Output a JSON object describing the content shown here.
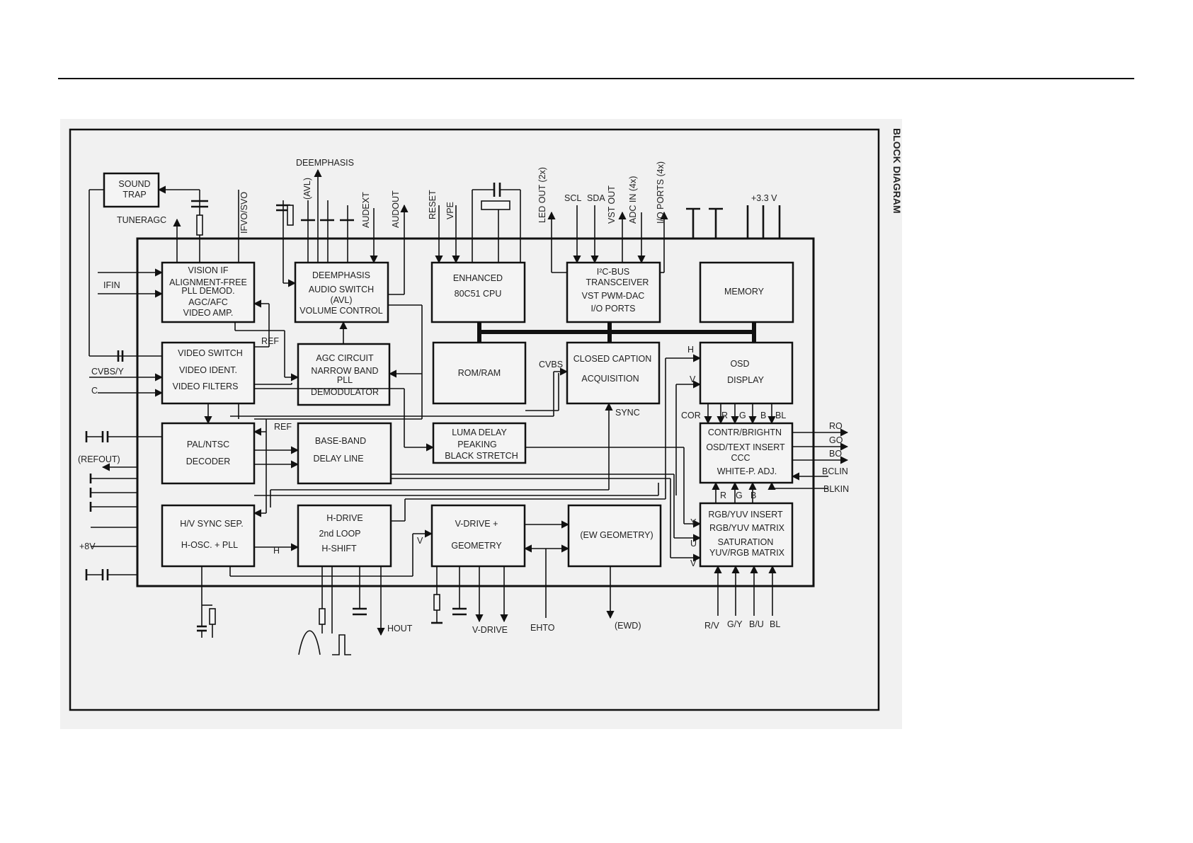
{
  "title": "BLOCK DIAGRAM",
  "colors": {
    "panel": "#f1f1f1",
    "ink": "#111111",
    "block_fill": "#f4f4f4"
  },
  "blocks": {
    "sound_trap": [
      "SOUND",
      "TRAP"
    ],
    "vision_if": [
      "VISION IF",
      "ALIGNMENT-FREE",
      "PLL DEMOD.",
      "AGC/AFC",
      "VIDEO AMP."
    ],
    "deemphasis": [
      "DEEMPHASIS",
      "AUDIO SWITCH",
      "(AVL)",
      "VOLUME CONTROL"
    ],
    "cpu": [
      "ENHANCED",
      "80C51 CPU"
    ],
    "i2c": [
      "I²C-BUS",
      "TRANSCEIVER",
      "VST PWM-DAC",
      "I/O PORTS"
    ],
    "memory": [
      "MEMORY"
    ],
    "video_switch": [
      "VIDEO SWITCH",
      "VIDEO IDENT.",
      "VIDEO FILTERS"
    ],
    "agc": [
      "AGC CIRCUIT",
      "NARROW BAND",
      "PLL",
      "DEMODULATOR"
    ],
    "romram": [
      "ROM/RAM"
    ],
    "closed_caption": [
      "CLOSED CAPTION",
      "ACQUISITION"
    ],
    "osd": [
      "OSD",
      "DISPLAY"
    ],
    "pal_ntsc": [
      "PAL/NTSC",
      "DECODER"
    ],
    "baseband": [
      "BASE-BAND",
      "DELAY LINE"
    ],
    "luma": [
      "LUMA DELAY",
      "PEAKING",
      "BLACK STRETCH"
    ],
    "contr": [
      "CONTR/BRIGHTN",
      "OSD/TEXT INSERT",
      "CCC",
      "WHITE-P. ADJ."
    ],
    "hv_sync": [
      "H/V SYNC SEP.",
      "H-OSC. + PLL"
    ],
    "hdrive": [
      "H-DRIVE",
      "2nd LOOP",
      "H-SHIFT"
    ],
    "vdrive": [
      "V-DRIVE +",
      "GEOMETRY"
    ],
    "ew": [
      "(EW GEOMETRY)"
    ],
    "rgb": [
      "RGB/YUV INSERT",
      "RGB/YUV MATRIX",
      "SATURATION",
      "YUV/RGB MATRIX"
    ]
  },
  "signals": {
    "deemphasis_top": "DEEMPHASIS",
    "tuneragc": "TUNERAGC",
    "ifvo": "IFVO/SVO",
    "avl": "(AVL)",
    "audext": "AUDEXT",
    "audout": "AUDOUT",
    "reset": "RESET",
    "vpe": "VPE",
    "led_out": "LED OUT (2x)",
    "scl": "SCL",
    "sda": "SDA",
    "vst_out": "VST OUT",
    "adc_in": "ADC IN (4x)",
    "io_ports": "I/O PORTS (4x)",
    "v33": "+3.3 V",
    "ifin": "IFIN",
    "cvbs_y": "CVBS/Y",
    "c": "C",
    "refout": "(REFOUT)",
    "v8": "+8V",
    "ref1": "REF",
    "ref2": "REF",
    "cvbs": "CVBS",
    "sync": "SYNC",
    "h_in": "H",
    "v_in": "V",
    "cor": "COR",
    "r_top": "R",
    "g_top": "G",
    "b_top": "B",
    "bl_top": "BL",
    "ro": "RO",
    "go": "GO",
    "bo": "BO",
    "bclin": "BCLIN",
    "blkin": "BLKIN",
    "r_mid": "R",
    "g_mid": "G",
    "b_mid": "B",
    "y": "Y",
    "u": "U",
    "v_rgb": "V",
    "h_hv": "H",
    "v_hd": "V",
    "hout": "HOUT",
    "vdrive_out": "V-DRIVE",
    "ehto": "EHTO",
    "ewd": "(EWD)",
    "rv": "R/V",
    "gy": "G/Y",
    "bu": "B/U",
    "bl_bottom": "BL"
  }
}
